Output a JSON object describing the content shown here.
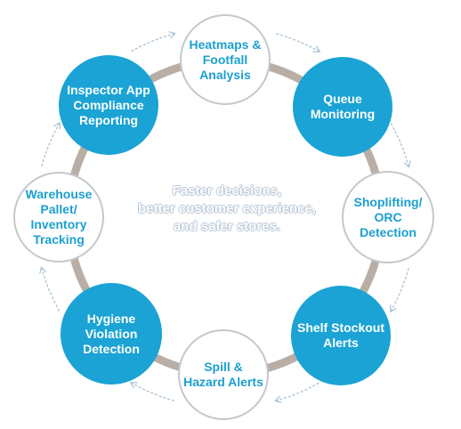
{
  "colors": {
    "accent": "#1aa3d4",
    "ring": "#b9aea6",
    "arrow": "#a6c2d6",
    "outline_text": "#1c9fd0"
  },
  "center_text": "Faster decisions,\nbetter customer experience,\nand safer stores.",
  "nodes": [
    {
      "id": "heatmaps",
      "label": "Heatmaps &\nFootfall\nAnalysis",
      "style": "outline"
    },
    {
      "id": "queue",
      "label": "Queue\nMonitoring",
      "style": "filled"
    },
    {
      "id": "shoplifting",
      "label": "Shoplifting/\nORC Detection",
      "style": "outline"
    },
    {
      "id": "stockout",
      "label": "Shelf Stockout\nAlerts",
      "style": "filled"
    },
    {
      "id": "spill",
      "label": "Spill &\nHazard Alerts",
      "style": "outline"
    },
    {
      "id": "hygiene",
      "label": "Hygiene\nViolation\nDetection",
      "style": "filled"
    },
    {
      "id": "warehouse",
      "label": "Warehouse\nPallet/\nInventory\nTracking",
      "style": "outline"
    },
    {
      "id": "inspector",
      "label": "Inspector App\nCompliance\nReporting",
      "style": "filled"
    }
  ]
}
